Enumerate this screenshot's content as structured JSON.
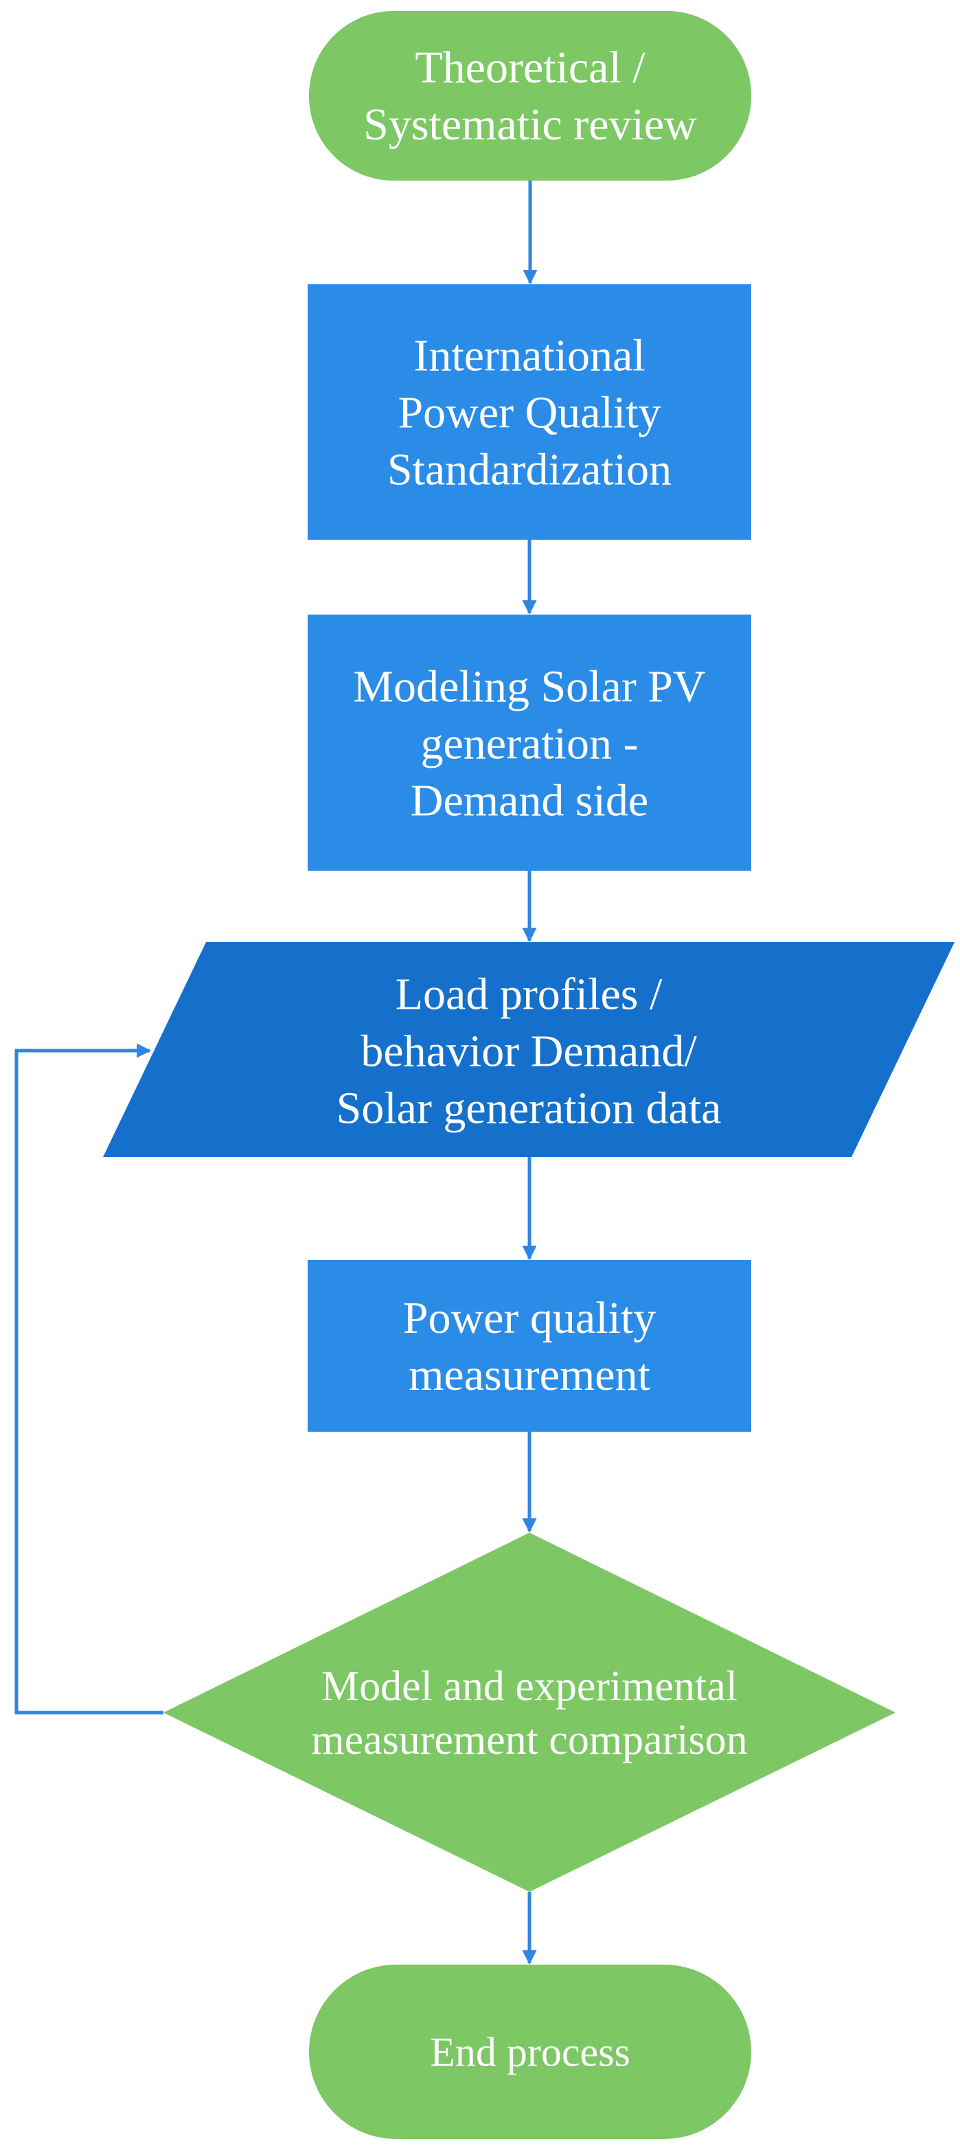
{
  "colors": {
    "terminator": "#7dc765",
    "process": "#2a8ce6",
    "data": "#1570cc",
    "decision": "#7dc765",
    "connector": "#2f86e0",
    "text": "#ffffff"
  },
  "nodes": {
    "start": {
      "shape": "terminator",
      "lines": [
        "Theoretical /",
        "Systematic review"
      ]
    },
    "standardization": {
      "shape": "process",
      "lines": [
        "International",
        "Power Quality",
        "Standardization"
      ]
    },
    "modeling": {
      "shape": "process",
      "lines": [
        "Modeling Solar PV",
        "generation -",
        "Demand side"
      ]
    },
    "load_profiles": {
      "shape": "data",
      "lines": [
        "Load profiles /",
        "behavior Demand/",
        "Solar generation data"
      ]
    },
    "measurement": {
      "shape": "process",
      "lines": [
        "Power quality",
        "measurement"
      ]
    },
    "comparison": {
      "shape": "decision",
      "lines": [
        "Model and experimental",
        "measurement comparison"
      ]
    },
    "end": {
      "shape": "terminator",
      "lines": [
        "End process"
      ]
    }
  },
  "edges": [
    {
      "from": "start",
      "to": "standardization"
    },
    {
      "from": "standardization",
      "to": "modeling"
    },
    {
      "from": "modeling",
      "to": "load_profiles"
    },
    {
      "from": "load_profiles",
      "to": "measurement"
    },
    {
      "from": "measurement",
      "to": "comparison"
    },
    {
      "from": "comparison",
      "to": "end"
    },
    {
      "from": "comparison",
      "to": "load_profiles",
      "route": "loop-left"
    }
  ]
}
